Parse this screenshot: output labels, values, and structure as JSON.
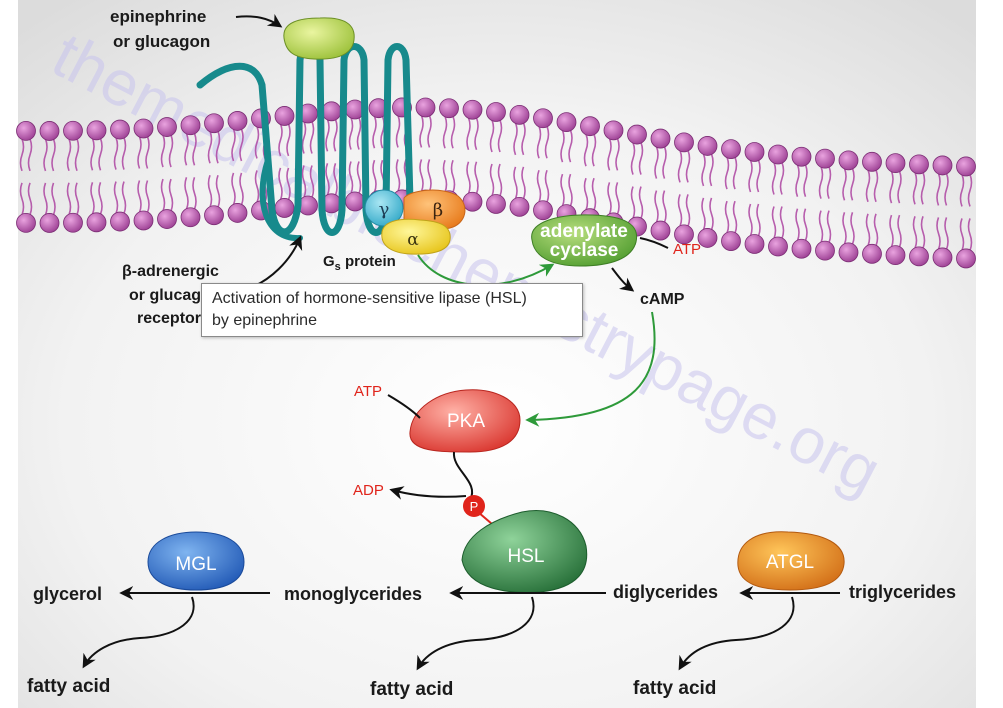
{
  "colors": {
    "membrane_head": "#b04ea5",
    "receptor": "#178a8c",
    "red_text": "#e0241b",
    "green_arrow": "#2e9a3a",
    "watermark": "#c8c4ee"
  },
  "labels": {
    "ligand_line1": "epinephrine",
    "ligand_line2": "or glucagon",
    "receptor_line1": "β-adrenergic",
    "receptor_line2": "or glucagon",
    "receptor_line3": "receptor",
    "gs_protein_G": "G",
    "gs_protein_sub": "s",
    "gs_protein_rest": " protein",
    "gamma": "γ",
    "beta": "β",
    "alpha": "α",
    "adenylate_line1": "adenylate",
    "adenylate_line2": "cyclase",
    "atp_ac": "ATP",
    "camp": "cAMP",
    "atp_pka": "ATP",
    "pka": "PKA",
    "adp": "ADP",
    "p": "P",
    "hsl": "HSL",
    "mgl": "MGL",
    "atgl": "ATGL",
    "glycerol": "glycerol",
    "monoglycerides": "monoglycerides",
    "diglycerides": "diglycerides",
    "triglycerides": "triglycerides",
    "fatty_acid_1": "fatty acid",
    "fatty_acid_2": "fatty acid",
    "fatty_acid_3": "fatty acid",
    "watermark": "themedicalbiochemistrypage.org"
  },
  "tooltip": {
    "line1": "Activation of hormone-sensitive lipase (HSL)",
    "line2": "by epinephrine"
  }
}
